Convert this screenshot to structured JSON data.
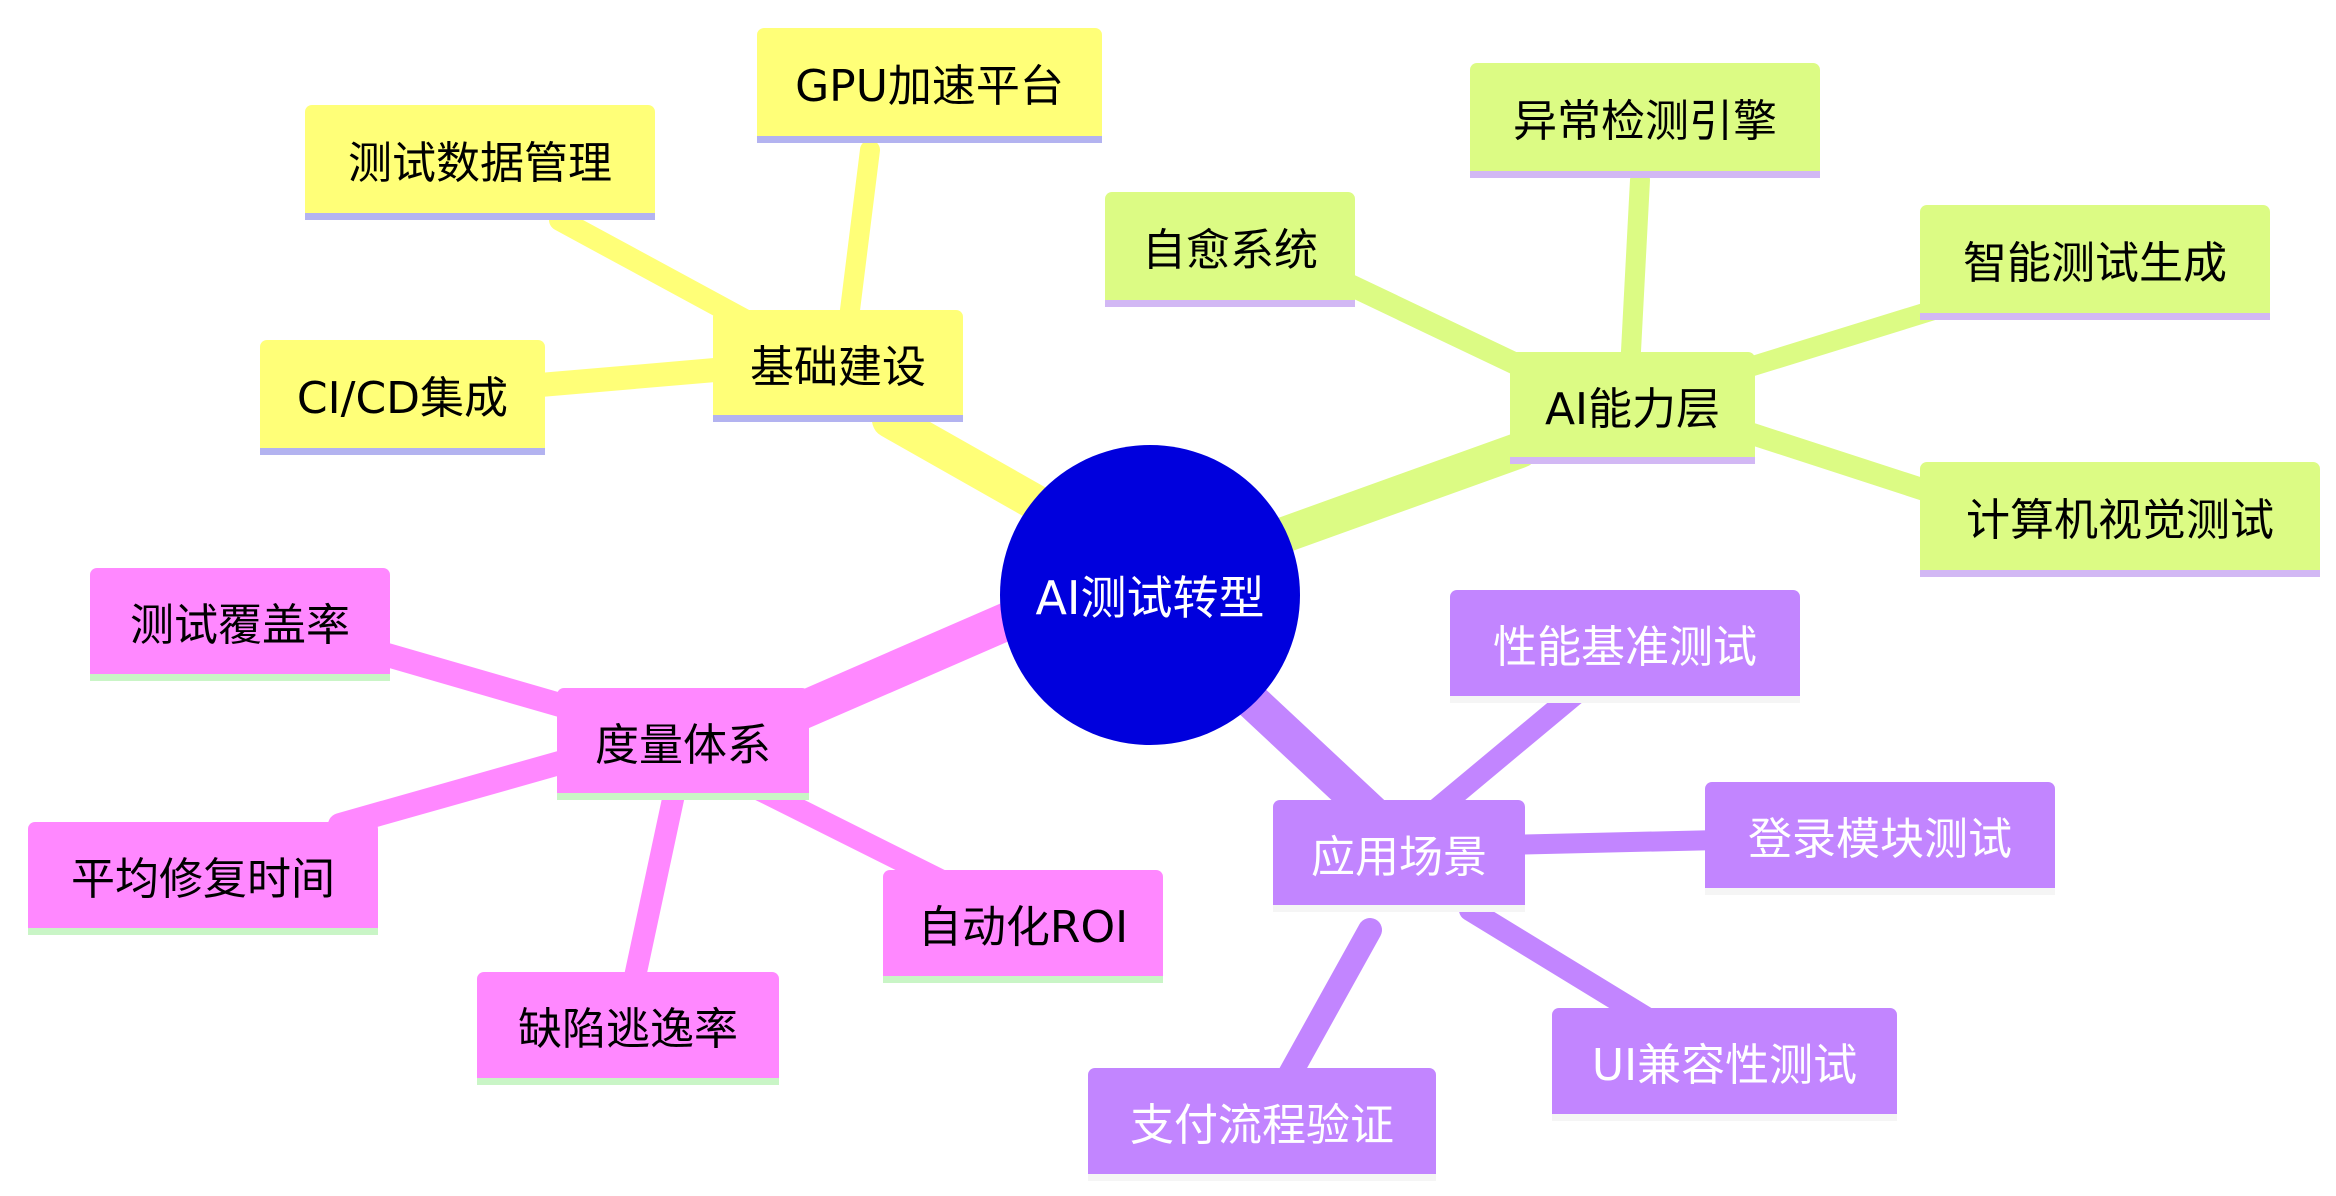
{
  "colors": {
    "root_fill": "#0000dd",
    "root_text": "#ffffff",
    "branch_yellow": "#ffff78",
    "branch_green": "#dcfb84",
    "branch_purple": "#c285ff",
    "branch_pink": "#ff88ff"
  },
  "root": {
    "label": "AI测试转型"
  },
  "branches": {
    "infra": {
      "label": "基础建设",
      "children": [
        "GPU加速平台",
        "测试数据管理",
        "CI/CD集成"
      ]
    },
    "ai_layer": {
      "label": "AI能力层",
      "children": [
        "异常检测引擎",
        "自愈系统",
        "智能测试生成",
        "计算机视觉测试"
      ]
    },
    "scenarios": {
      "label": "应用场景",
      "children": [
        "性能基准测试",
        "登录模块测试",
        "UI兼容性测试",
        "支付流程验证"
      ]
    },
    "metrics": {
      "label": "度量体系",
      "children": [
        "测试覆盖率",
        "平均修复时间",
        "缺陷逃逸率",
        "自动化ROI"
      ]
    }
  }
}
